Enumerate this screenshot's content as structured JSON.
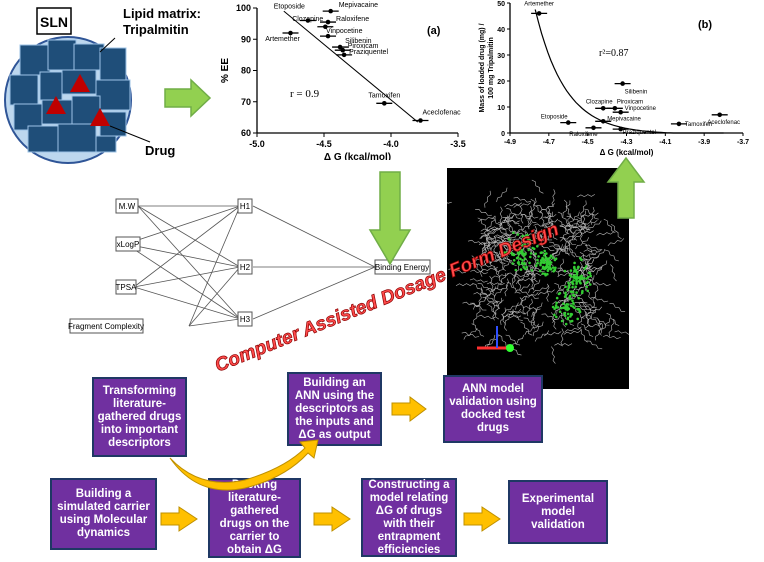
{
  "sln": {
    "title": "SLN",
    "lipid_label_line1": "Lipid matrix:",
    "lipid_label_line2": "Tripalmitin",
    "drug_label": "Drug",
    "colors": {
      "circle_fill": "#bdd7ee",
      "block_fill": "#1f4e79",
      "drug_fill": "#c00000"
    }
  },
  "chart_data": [
    {
      "type": "scatter",
      "panel_label": "(a)",
      "xlabel": "Δ G (kcal/mol)",
      "ylabel": "% EE",
      "xlim": [
        -5.0,
        -3.5
      ],
      "ylim": [
        60,
        100
      ],
      "xticks": [
        "-5.0",
        "-4.5",
        "-4.0",
        "-3.5"
      ],
      "yticks": [
        "60",
        "70",
        "80",
        "90",
        "100"
      ],
      "annotation": "r = 0.9",
      "trendline": [
        [
          -4.8,
          99
        ],
        [
          -3.8,
          63.5
        ]
      ],
      "points": [
        {
          "name": "Etoposide",
          "x": -4.62,
          "y": 96
        },
        {
          "name": "Mepivacaine",
          "x": -4.45,
          "y": 99
        },
        {
          "name": "Raloxifene",
          "x": -4.47,
          "y": 95.5
        },
        {
          "name": "Clozapine",
          "x": -4.49,
          "y": 94
        },
        {
          "name": "Artemether",
          "x": -4.75,
          "y": 92
        },
        {
          "name": "Vinpocetine",
          "x": -4.47,
          "y": 91
        },
        {
          "name": "Silibenin",
          "x": -4.38,
          "y": 87.5
        },
        {
          "name": "Piroxicam",
          "x": -4.36,
          "y": 86.5
        },
        {
          "name": "Praziquentel",
          "x": -4.35,
          "y": 85
        },
        {
          "name": "Tamoxifen",
          "x": -4.05,
          "y": 69.5
        },
        {
          "name": "Aceclofenac",
          "x": -3.78,
          "y": 64
        }
      ]
    },
    {
      "type": "scatter",
      "panel_label": "(b)",
      "xlabel": "Δ G (kcal/mol)",
      "ylabel": "Mass of loaded drug (mg) / 100 mg Tripalmitin",
      "xlim": [
        -4.9,
        -3.7
      ],
      "ylim": [
        0,
        50
      ],
      "xticks": [
        "-4.9",
        "-4.7",
        "-4.5",
        "-4.3",
        "-4.1",
        "-3.9",
        "-3.7"
      ],
      "yticks": [
        "0",
        "10",
        "20",
        "30",
        "40",
        "50"
      ],
      "annotation": "r²=0.87",
      "points": [
        {
          "name": "Artemether",
          "x": -4.75,
          "y": 46
        },
        {
          "name": "Silibenin",
          "x": -4.32,
          "y": 19
        },
        {
          "name": "Clozapine",
          "x": -4.42,
          "y": 9.5
        },
        {
          "name": "Piroxicam",
          "x": -4.36,
          "y": 9.5
        },
        {
          "name": "Vinpocetine",
          "x": -4.33,
          "y": 8
        },
        {
          "name": "Etoposide",
          "x": -4.6,
          "y": 4
        },
        {
          "name": "Mepivacaine",
          "x": -4.42,
          "y": 4.5
        },
        {
          "name": "Raloxifene",
          "x": -4.47,
          "y": 2
        },
        {
          "name": "Praziquentel",
          "x": -4.33,
          "y": 1.5
        },
        {
          "name": "Tamoxifen",
          "x": -4.03,
          "y": 3.5
        },
        {
          "name": "Aceclofenac",
          "x": -3.82,
          "y": 7
        }
      ]
    }
  ],
  "ann": {
    "inputs": [
      "M.W",
      "xLogP",
      "TPSA",
      "Fragment Complexity"
    ],
    "hidden": [
      "H1",
      "H2",
      "H3"
    ],
    "output": "Binding Energy"
  },
  "banner": "Computer Assisted Dosage Form Design",
  "flow": {
    "box1": "Transforming literature-gathered drugs into important descriptors",
    "box2": "Building an ANN using the descriptors as the inputs and ΔG as output",
    "box3": "ANN model validation using docked test drugs",
    "box4": "Building a simulated carrier using Molecular dynamics",
    "box5": "Docking literature-gathered drugs on the carrier to obtain ΔG",
    "box6": "Constructing a model relating ΔG of drugs with their entrapment efficiencies",
    "box7": "Experimental model validation"
  },
  "colors": {
    "arrow_green": "#92d050",
    "arrow_orange": "#ffc000",
    "box_purple": "#7030a0",
    "banner_red": "#e03030"
  }
}
